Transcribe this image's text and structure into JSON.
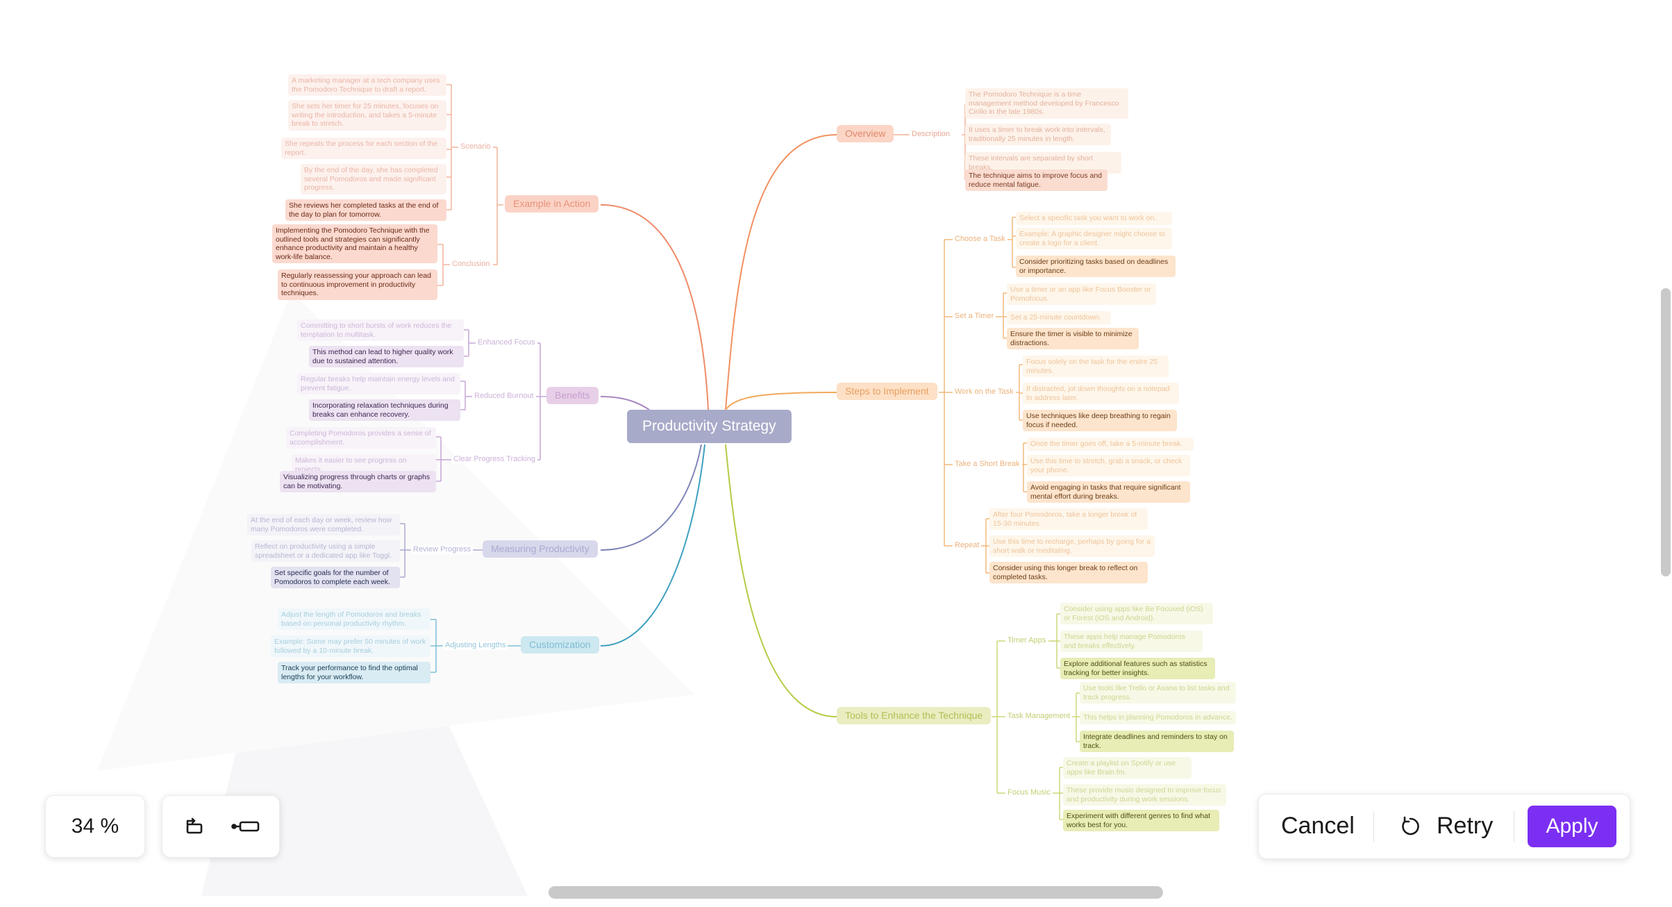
{
  "zoom": {
    "value": "34 %"
  },
  "toolbar": {
    "icon_left": "rotate-layout-icon",
    "icon_right": "collapse-node-icon"
  },
  "actions": {
    "cancel": "Cancel",
    "retry": "Retry",
    "apply": "Apply",
    "apply_color": "#7b2ff2"
  },
  "mindmap": {
    "root": "Productivity Strategy",
    "overview": {
      "title": "Overview",
      "description": "Description",
      "items": [
        "The Pomodoro Technique is a time management method developed by Francesco Cirillo in the late 1980s.",
        "It uses a timer to break work into intervals, traditionally 25 minutes in length.",
        "These intervals are separated by short breaks.",
        "The technique aims to improve focus and reduce mental fatigue."
      ]
    },
    "steps": {
      "title": "Steps to Implement",
      "choose": {
        "label": "Choose a Task",
        "items": [
          "Select a specific task you want to work on.",
          "Example: A graphic designer might choose to create a logo for a client.",
          "Consider prioritizing tasks based on deadlines or importance."
        ]
      },
      "timer": {
        "label": "Set a Timer",
        "items": [
          "Use a timer or an app like Focus Booster or Pomofocus.",
          "Set a 25-minute countdown.",
          "Ensure the timer is visible to minimize distractions."
        ]
      },
      "work": {
        "label": "Work on the Task",
        "items": [
          "Focus solely on the task for the entire 25 minutes.",
          "If distracted, jot down thoughts on a notepad to address later.",
          "Use techniques like deep breathing to regain focus if needed."
        ]
      },
      "break": {
        "label": "Take a Short Break",
        "items": [
          "Once the timer goes off, take a 5-minute break.",
          "Use this time to stretch, grab a snack, or check your phone.",
          "Avoid engaging in tasks that require significant mental effort during breaks."
        ]
      },
      "repeat": {
        "label": "Repeat",
        "items": [
          "After four Pomodoros, take a longer break of 15-30 minutes.",
          "Use this time to recharge, perhaps by going for a short walk or meditating.",
          "Consider using this longer break to reflect on completed tasks."
        ]
      }
    },
    "tools": {
      "title": "Tools to Enhance the Technique",
      "apps": {
        "label": "Timer Apps",
        "items": [
          "Consider using apps like Be Focused (iOS) or Forest (iOS and Android).",
          "These apps help manage Pomodoros and breaks effectively.",
          "Explore additional features such as statistics tracking for better insights."
        ]
      },
      "task": {
        "label": "Task Management",
        "items": [
          "Use tools like Trello or Asana to list tasks and track progress.",
          "This helps in planning Pomodoros in advance.",
          "Integrate deadlines and reminders to stay on track."
        ]
      },
      "music": {
        "label": "Focus Music",
        "items": [
          "Create a playlist on Spotify or use apps like Brain.fm.",
          "These provide music designed to improve focus and productivity during work sessions.",
          "Experiment with different genres to find what works best for you."
        ]
      }
    },
    "example": {
      "title": "Example in Action",
      "scenario": {
        "label": "Scenario",
        "items": [
          "A marketing manager at a tech company uses the Pomodoro Technique to draft a report.",
          "She sets her timer for 25 minutes, focuses on writing the introduction, and takes a 5-minute break to stretch.",
          "She repeats the process for each section of the report.",
          "By the end of the day, she has completed several Pomodoros and made significant progress.",
          "She reviews her completed tasks at the end of the day to plan for tomorrow."
        ]
      },
      "conclusion": {
        "label": "Conclusion",
        "items": [
          "Implementing the Pomodoro Technique with the outlined tools and strategies can significantly enhance productivity and maintain a healthy work-life balance.",
          "Regularly reassessing your approach can lead to continuous improvement in productivity techniques."
        ]
      }
    },
    "benefits": {
      "title": "Benefits",
      "focus": {
        "label": "Enhanced Focus",
        "items": [
          "Committing to short bursts of work reduces the temptation to multitask.",
          "This method can lead to higher quality work due to sustained attention."
        ]
      },
      "burnout": {
        "label": "Reduced Burnout",
        "items": [
          "Regular breaks help maintain energy levels and prevent fatigue.",
          "Incorporating relaxation techniques during breaks can enhance recovery."
        ]
      },
      "tracking": {
        "label": "Clear Progress Tracking",
        "items": [
          "Completing Pomodoros provides a sense of accomplishment.",
          "Makes it easier to see progress on projects.",
          "Visualizing progress through charts or graphs can be motivating."
        ]
      }
    },
    "measuring": {
      "title": "Measuring Productivity",
      "review": {
        "label": "Review Progress",
        "items": [
          "At the end of each day or week, review how many Pomodoros were completed.",
          "Reflect on productivity using a simple spreadsheet or a dedicated app like Toggl.",
          "Set specific goals for the number of Pomodoros to complete each week."
        ]
      }
    },
    "custom": {
      "title": "Customization",
      "lengths": {
        "label": "Adjusting Lengths",
        "items": [
          "Adjust the length of Pomodoros and breaks based on personal productivity rhythm.",
          "Example: Some may prefer 50 minutes of work followed by a 10-minute break.",
          "Track your performance to find the optimal lengths for your workflow."
        ]
      }
    }
  }
}
